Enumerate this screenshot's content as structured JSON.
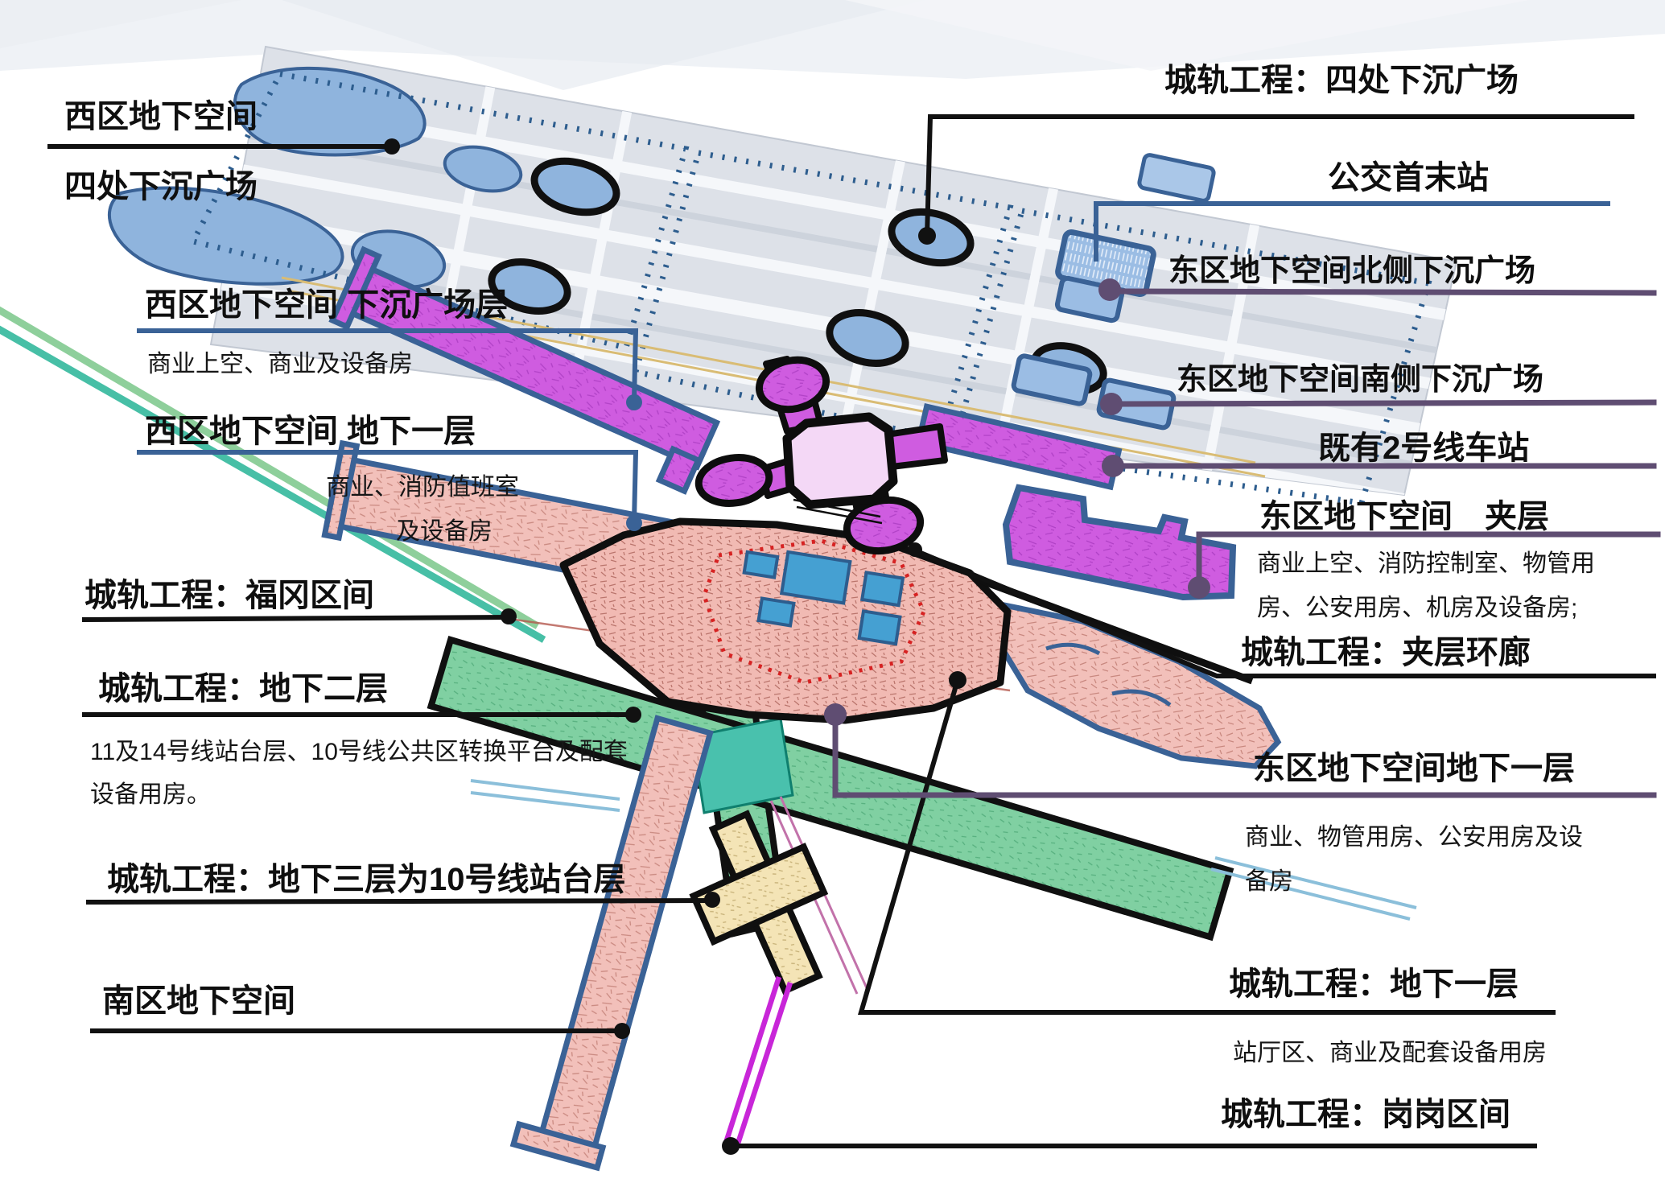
{
  "slide": {
    "type": "exploded-axonometric-diagram",
    "subject": "underground space and metro works layered plan"
  },
  "palette": {
    "callout_black": "#111111",
    "callout_blue": "#3a6296",
    "callout_purple": "#5f4d72",
    "plaza_blue": "#8fb4dd",
    "parking_blue": "#9bbde4",
    "magenta_level": "#cf5ce0",
    "plaza_core_pink": "#f4d8f6",
    "salmon_b1": "#f2c0ba",
    "green_b2": "#80d0a2",
    "teal_platform": "#49c1ad",
    "beige_b3": "#f4e4b6",
    "road_gray": "#dde1e8",
    "dotted_boundary_blue": "#2d5d8e",
    "track_magenta": "#c826d8",
    "tunnel_green_light": "#8ecf9b",
    "tunnel_teal": "#47bfa6",
    "utility_yellow": "#d9bc74",
    "red_dashed_zone": "#d62222"
  },
  "labels": {
    "west_space": "西区地下空间",
    "west_plazas": "四处下沉广场",
    "west_plaza_level": {
      "title": "西区地下空间 下沉广场层",
      "sub": "商业上空、商业及设备房"
    },
    "west_b1": {
      "title": "西区地下空间 地下一层",
      "sub1": "商业、消防值班室",
      "sub2": "及设备房"
    },
    "metro_fugang": "城轨工程：福冈区间",
    "metro_b2": {
      "title": "城轨工程：地下二层",
      "sub1": "11及14号线站台层、10号线公共区转换平台及配套",
      "sub2": "设备用房。"
    },
    "metro_b3": "城轨工程：地下三层为10号线站台层",
    "south_space": "南区地下空间",
    "metro_plazas": "城轨工程：四处下沉广场",
    "bus_terminus": "公交首末站",
    "east_north_plaza": "东区地下空间北侧下沉广场",
    "east_south_plaza": "东区地下空间南侧下沉广场",
    "line2_station": "既有2号线车站",
    "east_mezzanine": {
      "title": "东区地下空间　夹层",
      "sub1": "商业上空、消防控制室、物管用",
      "sub2": "房、公安用房、机房及设备房;"
    },
    "metro_mezzanine_ring": "城轨工程：夹层环廊",
    "east_b1": {
      "title": "东区地下空间地下一层",
      "sub1": "商业、物管用房、公安用房及设",
      "sub2": "备房"
    },
    "metro_b1": {
      "title": "城轨工程：地下一层",
      "sub": "站厅区、商业及配套设备用房"
    },
    "metro_ganggang": "城轨工程：岗岗区间"
  }
}
